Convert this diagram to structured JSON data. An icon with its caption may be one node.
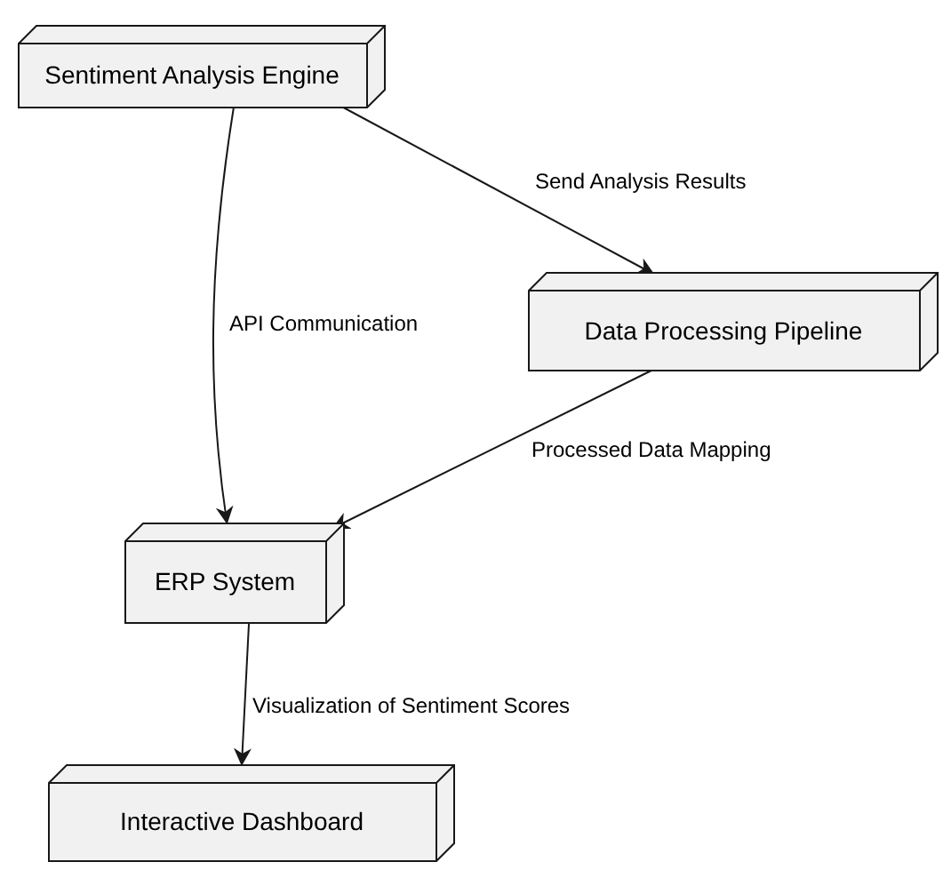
{
  "diagram": {
    "nodes": [
      {
        "text": [
          "Sentiment Analysis Engine"
        ]
      },
      {
        "text": [
          "Data Processing Pipeline"
        ]
      },
      {
        "text": [
          "ERP System"
        ]
      },
      {
        "text": [
          "Interactive Dashboard"
        ]
      }
    ],
    "edges": [
      {
        "from": 0,
        "to": 1,
        "arrow": "to",
        "label": "Send Analysis Results"
      },
      {
        "from": 0,
        "to": 2,
        "arrow": "to",
        "label": "API Communication"
      },
      {
        "from": 1,
        "to": 2,
        "arrow": "to",
        "label": "Processed Data Mapping"
      },
      {
        "from": 2,
        "to": 3,
        "arrow": "to",
        "label": "Visualization of Sentiment Scores"
      }
    ]
  }
}
